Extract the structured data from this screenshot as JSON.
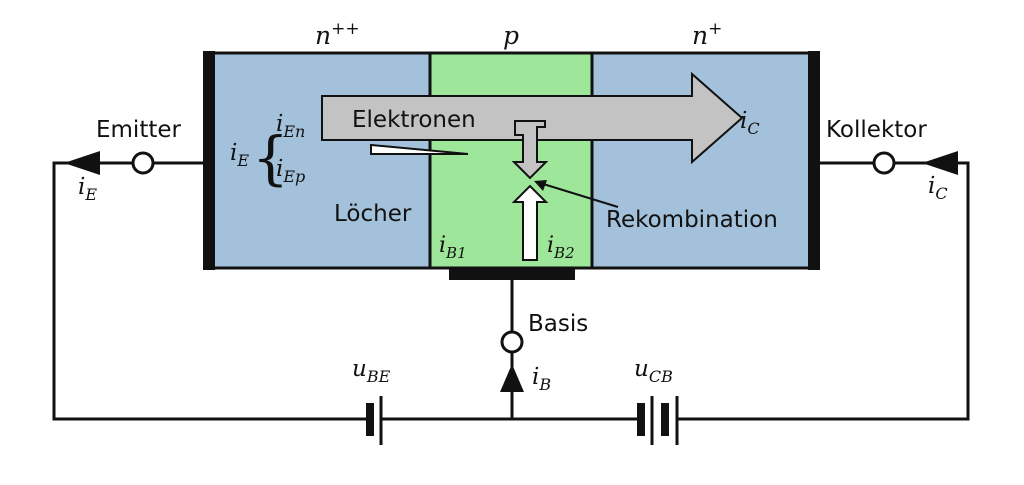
{
  "colors": {
    "n_region": "#a3c1da",
    "p_region": "#9ee79a",
    "arrow_fill": "#c3c3c3",
    "outline": "#111111"
  },
  "regions": {
    "emitter_doping": {
      "base": "n",
      "sup": "++"
    },
    "base_doping": "p",
    "collector_doping": {
      "base": "n",
      "sup": "+"
    }
  },
  "labels": {
    "electrons": "Elektronen",
    "holes": "Löcher",
    "recombination": "Rekombination",
    "emitter": "Emitter",
    "collector": "Kollektor",
    "base": "Basis"
  },
  "currents": {
    "iE": {
      "base": "i",
      "sub": "E"
    },
    "iEn": {
      "base": "i",
      "sub": "En"
    },
    "iEp": {
      "base": "i",
      "sub": "Ep"
    },
    "iC": {
      "base": "i",
      "sub": "C"
    },
    "iB": {
      "base": "i",
      "sub": "B"
    },
    "iB1": {
      "base": "i",
      "sub": "B1"
    },
    "iB2": {
      "base": "i",
      "sub": "B2"
    }
  },
  "voltages": {
    "uBE": {
      "base": "u",
      "sub": "BE"
    },
    "uCB": {
      "base": "u",
      "sub": "CB"
    }
  },
  "brace_symbol": "{"
}
